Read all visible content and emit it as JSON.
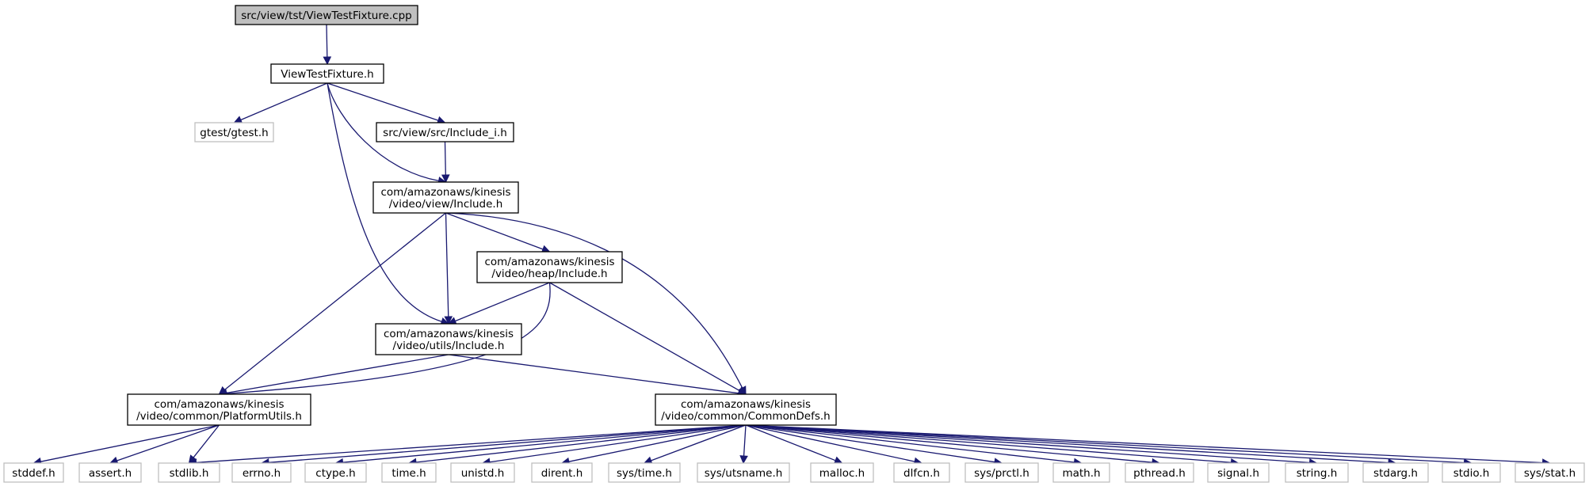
{
  "nodes": [
    {
      "id": "root",
      "lines": [
        "src/view/tst/ViewTestFixture.cpp"
      ],
      "kind": "root"
    },
    {
      "id": "vtf",
      "lines": [
        "ViewTestFixture.h"
      ],
      "kind": "normal"
    },
    {
      "id": "gtest",
      "lines": [
        "gtest/gtest.h"
      ],
      "kind": "external"
    },
    {
      "id": "include_i",
      "lines": [
        "src/view/src/Include_i.h"
      ],
      "kind": "normal"
    },
    {
      "id": "view_inc",
      "lines": [
        "com/amazonaws/kinesis",
        "/video/view/Include.h"
      ],
      "kind": "normal"
    },
    {
      "id": "heap_inc",
      "lines": [
        "com/amazonaws/kinesis",
        "/video/heap/Include.h"
      ],
      "kind": "normal"
    },
    {
      "id": "utils_inc",
      "lines": [
        "com/amazonaws/kinesis",
        "/video/utils/Include.h"
      ],
      "kind": "normal"
    },
    {
      "id": "platform",
      "lines": [
        "com/amazonaws/kinesis",
        "/video/common/PlatformUtils.h"
      ],
      "kind": "normal"
    },
    {
      "id": "commondefs",
      "lines": [
        "com/amazonaws/kinesis",
        "/video/common/CommonDefs.h"
      ],
      "kind": "normal"
    },
    {
      "id": "stddef",
      "lines": [
        "stddef.h"
      ],
      "kind": "external"
    },
    {
      "id": "assert",
      "lines": [
        "assert.h"
      ],
      "kind": "external"
    },
    {
      "id": "stdlib",
      "lines": [
        "stdlib.h"
      ],
      "kind": "external"
    },
    {
      "id": "errno",
      "lines": [
        "errno.h"
      ],
      "kind": "external"
    },
    {
      "id": "ctype",
      "lines": [
        "ctype.h"
      ],
      "kind": "external"
    },
    {
      "id": "time",
      "lines": [
        "time.h"
      ],
      "kind": "external"
    },
    {
      "id": "unistd",
      "lines": [
        "unistd.h"
      ],
      "kind": "external"
    },
    {
      "id": "dirent",
      "lines": [
        "dirent.h"
      ],
      "kind": "external"
    },
    {
      "id": "systime",
      "lines": [
        "sys/time.h"
      ],
      "kind": "external"
    },
    {
      "id": "utsname",
      "lines": [
        "sys/utsname.h"
      ],
      "kind": "external"
    },
    {
      "id": "malloc",
      "lines": [
        "malloc.h"
      ],
      "kind": "external"
    },
    {
      "id": "dlfcn",
      "lines": [
        "dlfcn.h"
      ],
      "kind": "external"
    },
    {
      "id": "prctl",
      "lines": [
        "sys/prctl.h"
      ],
      "kind": "external"
    },
    {
      "id": "math",
      "lines": [
        "math.h"
      ],
      "kind": "external"
    },
    {
      "id": "pthread",
      "lines": [
        "pthread.h"
      ],
      "kind": "external"
    },
    {
      "id": "signal",
      "lines": [
        "signal.h"
      ],
      "kind": "external"
    },
    {
      "id": "string",
      "lines": [
        "string.h"
      ],
      "kind": "external"
    },
    {
      "id": "stdarg",
      "lines": [
        "stdarg.h"
      ],
      "kind": "external"
    },
    {
      "id": "stdio",
      "lines": [
        "stdio.h"
      ],
      "kind": "external"
    },
    {
      "id": "stat",
      "lines": [
        "sys/stat.h"
      ],
      "kind": "external"
    }
  ],
  "edges": [
    [
      "root",
      "vtf"
    ],
    [
      "vtf",
      "gtest"
    ],
    [
      "vtf",
      "include_i"
    ],
    [
      "vtf",
      "view_inc"
    ],
    [
      "vtf",
      "utils_inc"
    ],
    [
      "include_i",
      "view_inc"
    ],
    [
      "view_inc",
      "heap_inc"
    ],
    [
      "view_inc",
      "utils_inc"
    ],
    [
      "view_inc",
      "platform"
    ],
    [
      "view_inc",
      "commondefs"
    ],
    [
      "heap_inc",
      "utils_inc"
    ],
    [
      "heap_inc",
      "platform"
    ],
    [
      "heap_inc",
      "commondefs"
    ],
    [
      "utils_inc",
      "platform"
    ],
    [
      "utils_inc",
      "commondefs"
    ],
    [
      "platform",
      "stddef"
    ],
    [
      "platform",
      "assert"
    ],
    [
      "platform",
      "stdlib"
    ],
    [
      "commondefs",
      "stdlib"
    ],
    [
      "commondefs",
      "errno"
    ],
    [
      "commondefs",
      "ctype"
    ],
    [
      "commondefs",
      "time"
    ],
    [
      "commondefs",
      "unistd"
    ],
    [
      "commondefs",
      "dirent"
    ],
    [
      "commondefs",
      "systime"
    ],
    [
      "commondefs",
      "utsname"
    ],
    [
      "commondefs",
      "malloc"
    ],
    [
      "commondefs",
      "dlfcn"
    ],
    [
      "commondefs",
      "prctl"
    ],
    [
      "commondefs",
      "math"
    ],
    [
      "commondefs",
      "pthread"
    ],
    [
      "commondefs",
      "signal"
    ],
    [
      "commondefs",
      "string"
    ],
    [
      "commondefs",
      "stdarg"
    ],
    [
      "commondefs",
      "stdio"
    ],
    [
      "commondefs",
      "stat"
    ]
  ],
  "colors": {
    "edge": "#191970",
    "root_fill": "#bfbfbf",
    "external_border": "#bfbfbf",
    "node_border": "#000000"
  }
}
